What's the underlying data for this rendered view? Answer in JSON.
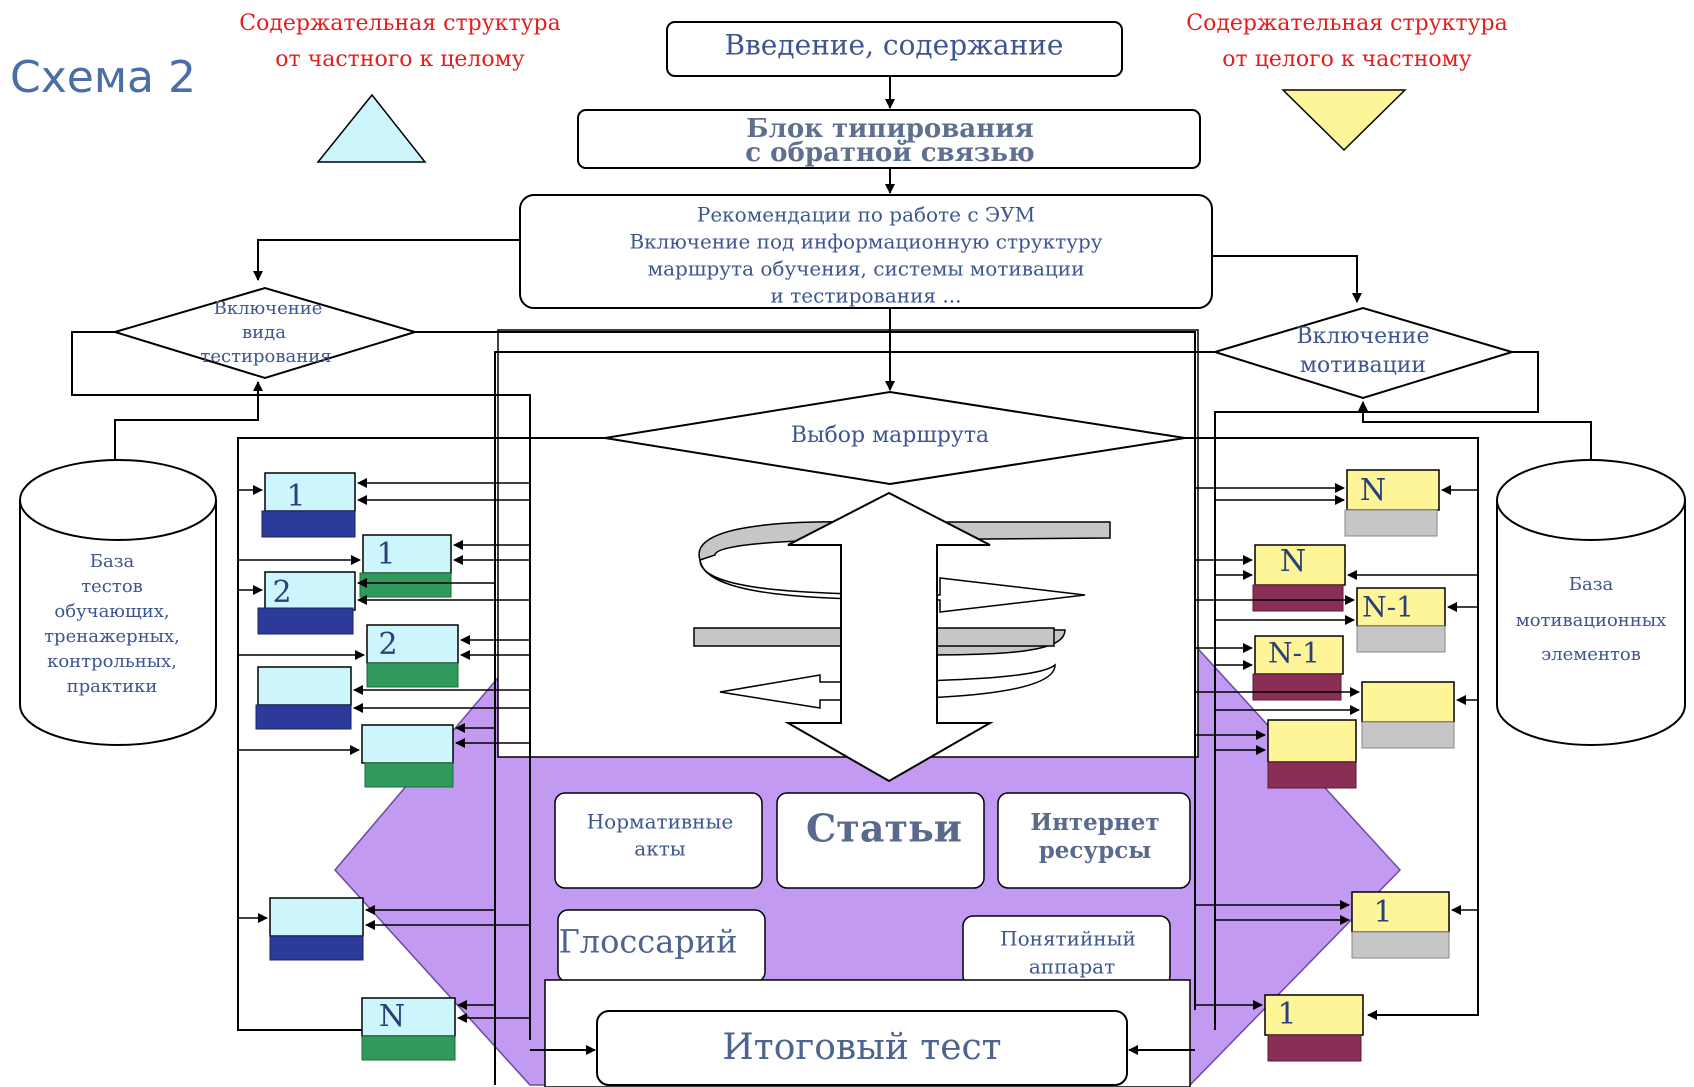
{
  "header": {
    "scheme_title": "Схема 2",
    "left_caption_line1": "Содержательная структура",
    "left_caption_line2": "от частного к целому",
    "right_caption_line1": "Содержательная структура",
    "right_caption_line2": "от целого к частному"
  },
  "flow": {
    "intro": "Введение, содержание",
    "tip_block_line1": "Блок типирования",
    "tip_block_line2": "с обратной связью",
    "recs_line1": "Рекомендации по работе с ЭУМ",
    "recs_line2": "Включение под информационную структуру",
    "recs_line3": "маршрута обучения, системы мотивации",
    "recs_line4": "и тестирования ...",
    "decision_test_line1": "Включение",
    "decision_test_line2": "вида",
    "decision_test_line3": "тестирования",
    "decision_motiv_line1": "Включение",
    "decision_motiv_line2": "мотивации",
    "route_choice": "Выбор маршрута"
  },
  "databases": {
    "tests_line1": "База",
    "tests_line2": "тестов",
    "tests_line3": "обучающих,",
    "tests_line4": "тренажерных,",
    "tests_line5": "контрольных,",
    "tests_line6": "практики",
    "motiv_line1": "База",
    "motiv_line2": "мотивационных",
    "motiv_line3": "элементов"
  },
  "resources": {
    "normative_line1": "Нормативные",
    "normative_line2": "акты",
    "articles": "Статьи",
    "internet_line1": "Интернет",
    "internet_line2": "ресурсы",
    "glossary": "Глоссарий",
    "concepts_line1": "Понятийный",
    "concepts_line2": "аппарат",
    "final_test": "Итоговый тест"
  },
  "left_modules": {
    "m1": "1",
    "m2": "1",
    "m3": "2",
    "m4": "2",
    "m5": "N"
  },
  "right_modules": {
    "m1": "N",
    "m2": "N",
    "m3": "N-1",
    "m4": "N-1",
    "m5": "1",
    "m6": "1"
  },
  "colors": {
    "cyan": "#ccf6fb",
    "yellow": "#fdf597",
    "violet": "#c39af2",
    "navy": "#2c3a9a",
    "green": "#2f9a5c",
    "maroon": "#8a2e55",
    "gray": "#c6c6c6",
    "text_blue": "#3d5590",
    "caption_red": "#e31e1e"
  }
}
